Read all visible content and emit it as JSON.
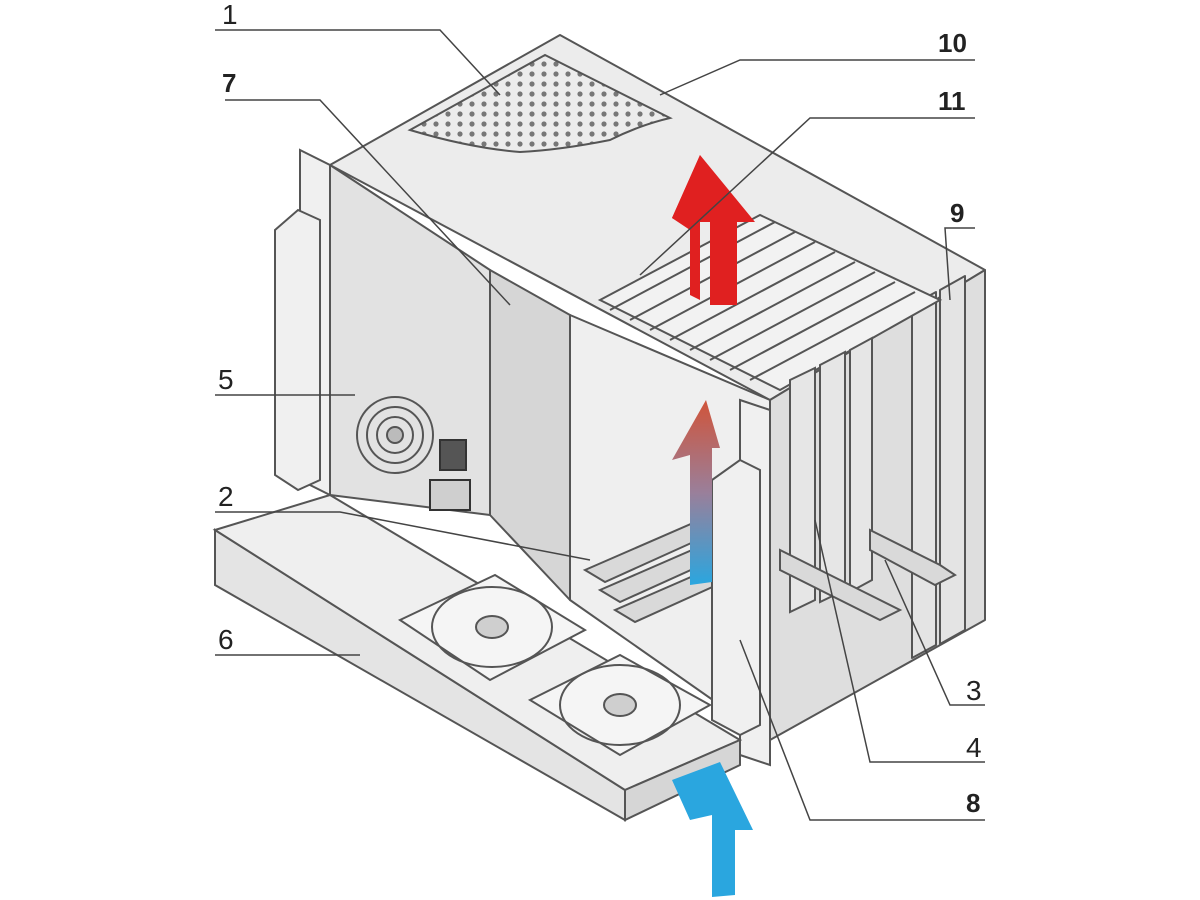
{
  "callouts": [
    {
      "id": "1",
      "text": "1",
      "bold": false
    },
    {
      "id": "2",
      "text": "2",
      "bold": false
    },
    {
      "id": "3",
      "text": "3",
      "bold": false
    },
    {
      "id": "4",
      "text": "4",
      "bold": false
    },
    {
      "id": "5",
      "text": "5",
      "bold": false
    },
    {
      "id": "6",
      "text": "6",
      "bold": false
    },
    {
      "id": "7",
      "text": "7",
      "bold": true
    },
    {
      "id": "8",
      "text": "8",
      "bold": true
    },
    {
      "id": "9",
      "text": "9",
      "bold": true
    },
    {
      "id": "10",
      "text": "10",
      "bold": true
    },
    {
      "id": "11",
      "text": "11",
      "bold": true
    }
  ],
  "colors": {
    "line": "#555555",
    "chassis_fill": "#e6e6e6",
    "panel_fill": "#d9d9d9",
    "dark_fill": "#bdbdbd",
    "hot_arrow": "#e02020",
    "cool_arrow": "#2aa6df",
    "warm_mid": "#c8704a"
  },
  "icons": {
    "airflow_out": "red-up-arrow",
    "airflow_in": "blue-up-arrow",
    "airflow_internal": "gradient-up-arrow"
  }
}
